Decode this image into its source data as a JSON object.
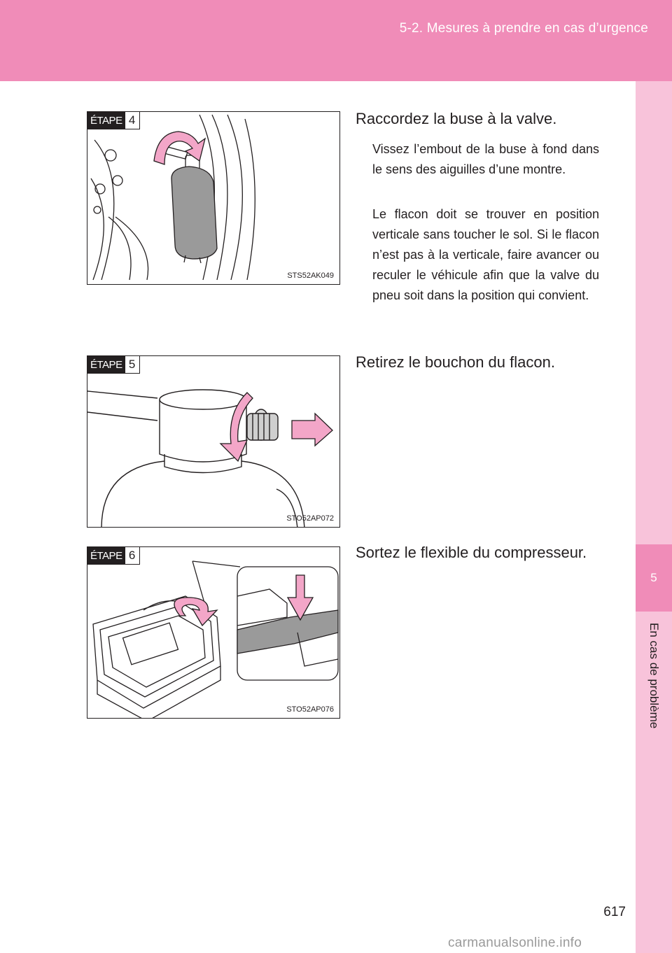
{
  "header": {
    "section": "5-2. Mesures à prendre en cas d’urgence"
  },
  "sidebar": {
    "chapter_number": "5",
    "chapter_title": "En cas de problème"
  },
  "steps": [
    {
      "badge_word": "ÉTAPE",
      "badge_number": "4",
      "figure_code": "STS52AK049",
      "heading": "Raccordez la buse à la valve.",
      "paragraphs": [
        "Vissez l’embout de la buse à fond dans le sens des aiguilles d’une montre.",
        "Le flacon doit se trouver en position verticale sans toucher le sol. Si le flacon n’est pas à la verticale, faire avancer ou reculer le véhicule afin que la valve du pneu soit dans la position qui convient."
      ]
    },
    {
      "badge_word": "ÉTAPE",
      "badge_number": "5",
      "figure_code": "STO52AP072",
      "heading": "Retirez le bouchon du flacon."
    },
    {
      "badge_word": "ÉTAPE",
      "badge_number": "6",
      "figure_code": "STO52AP076",
      "heading": "Sortez le flexible du compresseur."
    }
  ],
  "page_number": "617",
  "watermark": "carmanualsonline.info",
  "colors": {
    "header_pink": "#f08cb8",
    "tab_light_pink": "#f8c3da",
    "arrow_pink": "#f3a6c8"
  }
}
